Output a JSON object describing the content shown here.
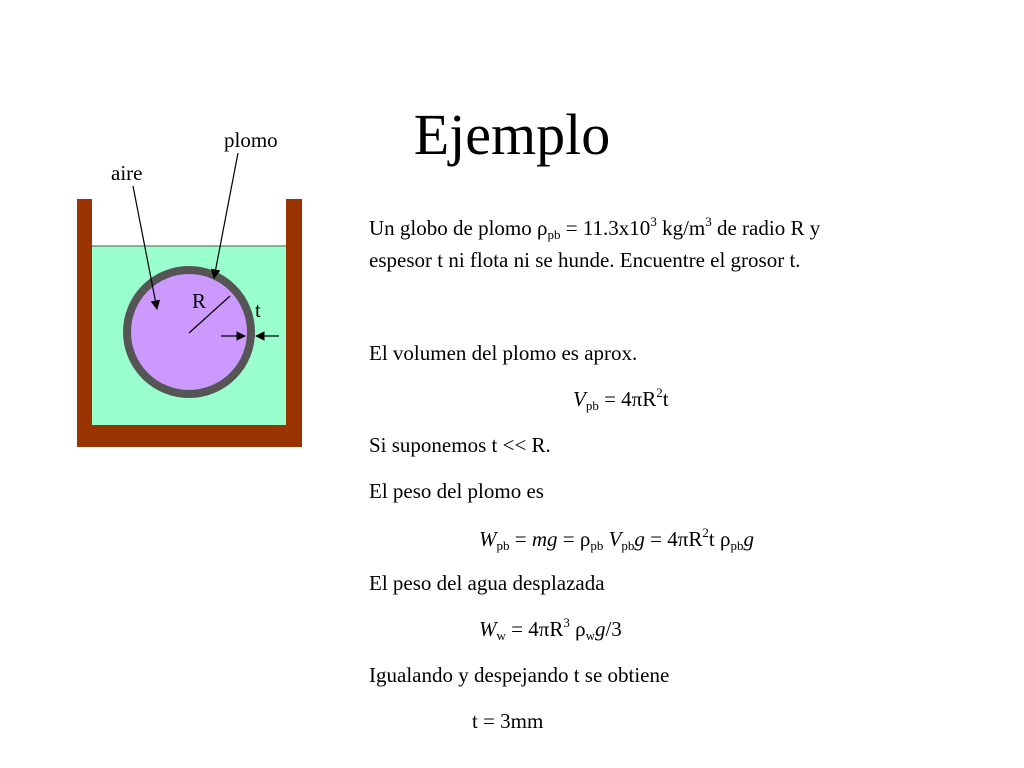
{
  "slide": {
    "title": "Ejemplo"
  },
  "diagram": {
    "label_plomo": "plomo",
    "label_aire": "aire",
    "label_R": "R",
    "label_t": "t",
    "colors": {
      "container": "#993300",
      "water": "#99ffcc",
      "lead_shell": "#555555",
      "air": "#cc99ff"
    }
  },
  "problem": {
    "p1": "Un  globo de plomo ",
    "rho": "ρ",
    "pb": "pb",
    "p2": " = 11.3x10",
    "exp3": "3",
    "p3": " kg/m",
    "p4": " de radio R y",
    "line2": "espesor t ni flota ni se hunde. Encuentre el grosor t."
  },
  "solution": {
    "vol_text": "El volumen del plomo es aprox.",
    "vol_V": "V",
    "vol_rhs": " = 4πR",
    "exp2": "2",
    "t": "t",
    "suppose": "Si suponemos t << R.",
    "weight_text": "El peso del plomo es",
    "W": "W",
    "eq_mg_a": " = ",
    "mg": "mg",
    "eq_mg_b": " = ",
    "rho": "ρ",
    "pb": "pb",
    "g": "g",
    "eq_4pi": "  = 4πR",
    "t_space": "t ",
    "water_text": "El peso del agua desplazada",
    "w": "w",
    "eq_ww": " = 4πR",
    "exp3": "3",
    "space": " ",
    "div3": "/3",
    "equating": "Igualando y despejando t se obtiene",
    "result": "t = 3mm"
  }
}
